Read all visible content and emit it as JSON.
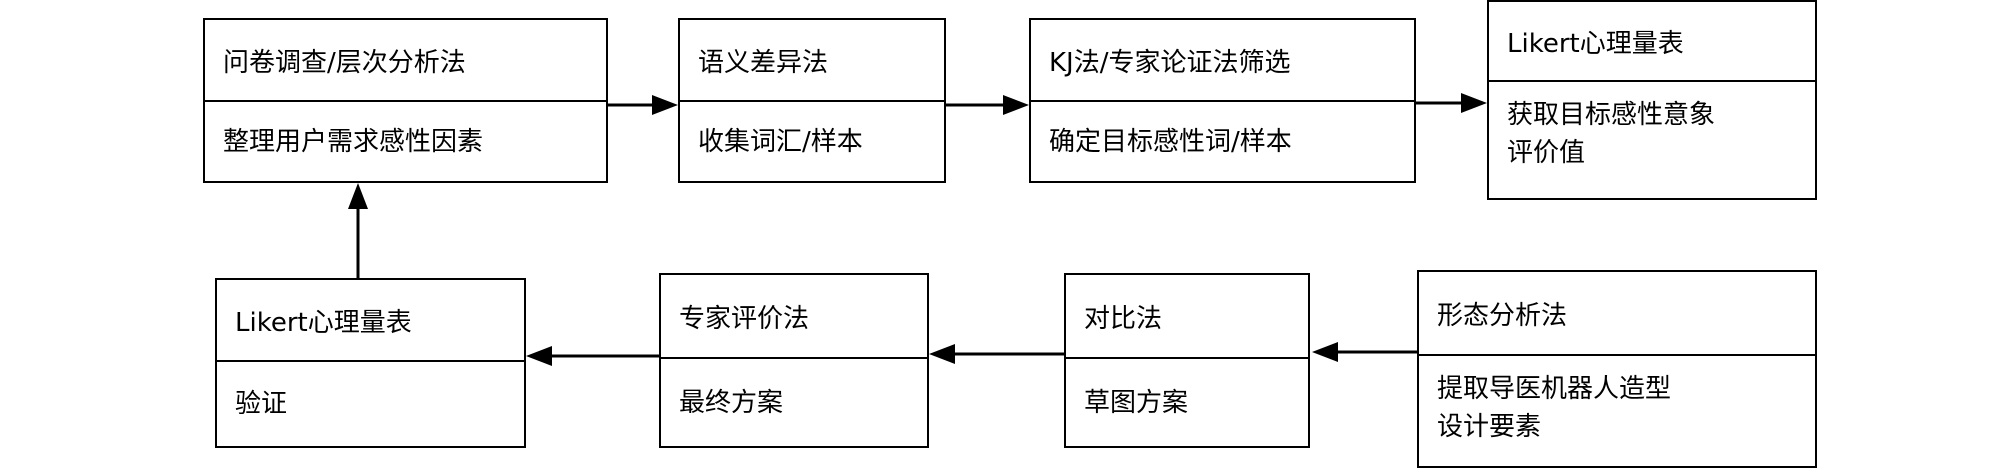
{
  "row1": [
    {
      "method": "问卷调查/层次分析法",
      "result": "整理用户需求感性因素"
    },
    {
      "method": "语义差异法",
      "result": "收集词汇/样本"
    },
    {
      "method": "KJ法/专家论证法筛选",
      "result": "确定目标感性词/样本"
    },
    {
      "method": "Likert心理量表",
      "result": "获取目标感性意象\n评价值"
    }
  ],
  "row2": [
    {
      "method": "Likert心理量表",
      "result": "验证"
    },
    {
      "method": "专家评价法",
      "result": "最终方案"
    },
    {
      "method": "对比法",
      "result": "草图方案"
    },
    {
      "method": "形态分析法",
      "result": "提取导医机器人造型\n设计要素"
    }
  ]
}
